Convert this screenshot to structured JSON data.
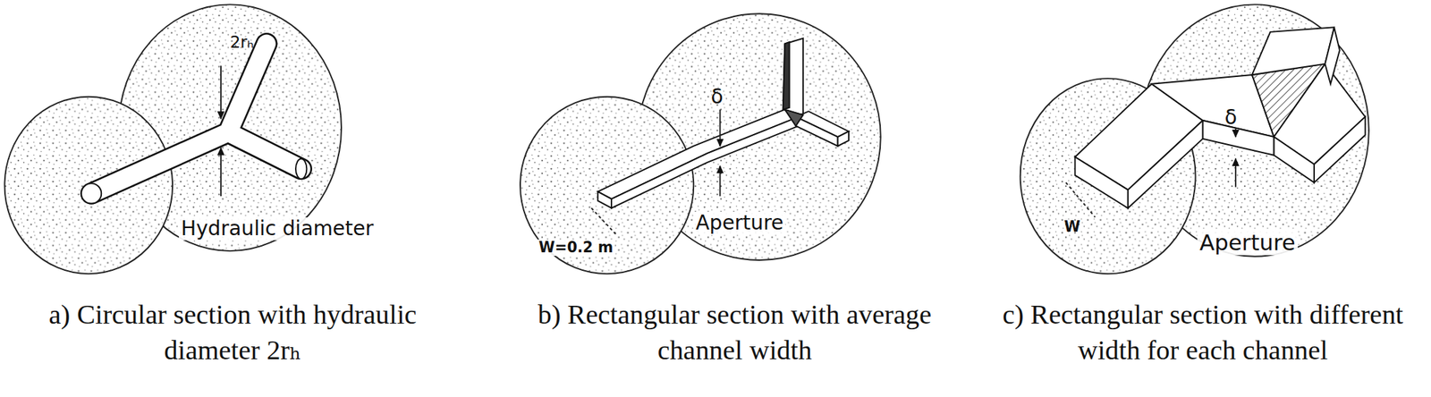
{
  "diagram": {
    "labels": [
      "2rₕ",
      "Hydraulic diameter",
      "δ",
      "W=0.2 m",
      "Aperture",
      "δ",
      "W",
      "Aperture",
      "a) Circular section with hydraulic diameter 2rₕ",
      "b) Rectangular section with average channel width",
      "c) Rectangular section with different width for each channel"
    ]
  }
}
